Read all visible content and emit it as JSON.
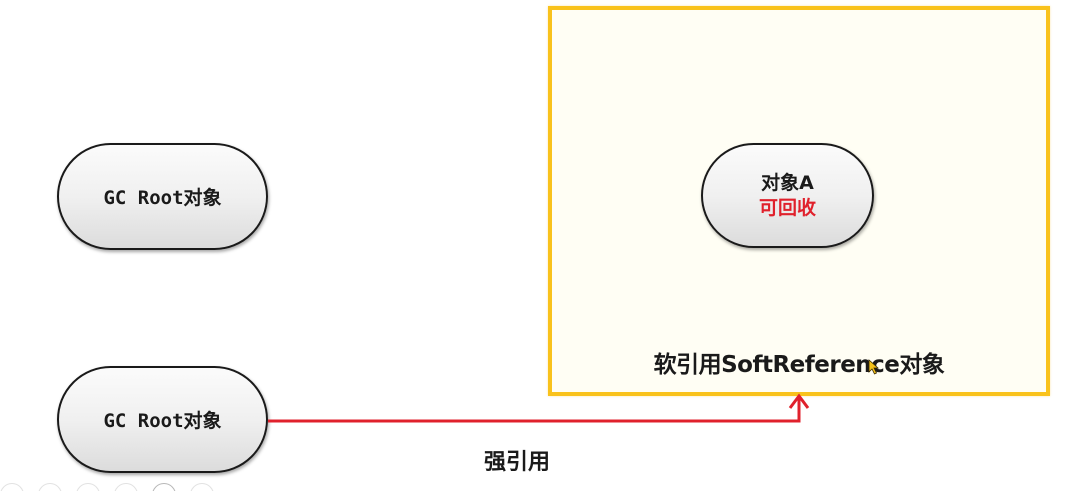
{
  "diagram": {
    "type": "reference-diagram",
    "colors": {
      "box_border": "#f9c21c",
      "box_fill": "#fffef4",
      "strong_reference_arrow": "#e0212c",
      "recyclable_text": "#e0212c",
      "node_border": "#1a1a1a"
    },
    "nodes": {
      "gc_root_top": {
        "label": "GC Root对象"
      },
      "gc_root_bottom": {
        "label": "GC Root对象"
      },
      "object_a": {
        "label": "对象A",
        "status": "可回收"
      }
    },
    "container": {
      "label": "软引用SoftReference对象"
    },
    "edges": [
      {
        "from": "gc_root_bottom",
        "to": "container",
        "label": "强引用",
        "color": "#e0212c"
      }
    ]
  }
}
